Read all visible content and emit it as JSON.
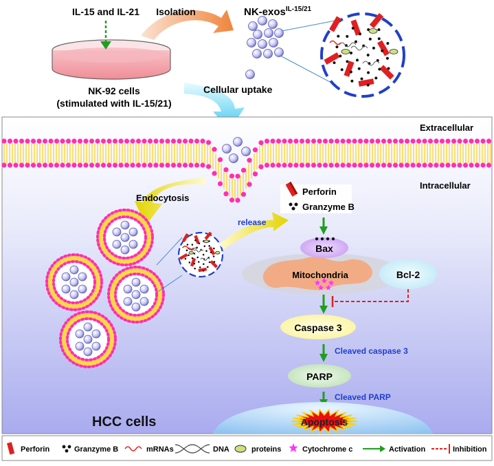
{
  "top": {
    "stimulus_label": "IL-15 and IL-21",
    "isolation_label": "Isolation",
    "exos_label_main": "NK-exos",
    "exos_label_sup": "IL-15/21",
    "cells_label_line1": "NK-92 cells",
    "cells_label_line2": "(stimulated with IL-15/21)",
    "uptake_label": "Cellular uptake"
  },
  "cell": {
    "extracellular_label": "Extracellular",
    "intracellular_label": "Intracellular",
    "endocytosis_label": "Endocytosis",
    "release_label": "release",
    "hcc_label": "HCC cells"
  },
  "pathway": {
    "perforin_label": "Perforin",
    "granzyme_label": "Granzyme B",
    "bax_label": "Bax",
    "mito_label": "Mitochondria",
    "bcl2_label": "Bcl-2",
    "caspase3_label": "Caspase 3",
    "cleaved_caspase3_label": "Cleaved caspase 3",
    "parp_label": "PARP",
    "cleaved_parp_label": "Cleaved PARP",
    "apoptosis_label": "Apoptosis"
  },
  "legend": {
    "items": [
      {
        "label": "Perforin",
        "icon": "perforin-icon"
      },
      {
        "label": "Granzyme B",
        "icon": "granzyme-icon"
      },
      {
        "label": "mRNAs",
        "icon": "mrna-icon"
      },
      {
        "label": "DNA",
        "icon": "dna-icon"
      },
      {
        "label": "proteins",
        "icon": "protein-icon"
      },
      {
        "label": "Cytochrome c",
        "icon": "star-icon"
      },
      {
        "label": "Activation",
        "icon": "activation-arrow-icon"
      },
      {
        "label": "Inhibition",
        "icon": "inhibition-arrow-icon"
      }
    ]
  },
  "colors": {
    "perforin": "#e02020",
    "membrane_head": "#ff2fb0",
    "membrane_tail": "#ffcc00",
    "activation": "#1f9e1f",
    "inhibition": "#e02020",
    "exosome": "#8c8ce6",
    "cytochrome": "#ff33ff",
    "blue_text": "#1f3fcc"
  }
}
